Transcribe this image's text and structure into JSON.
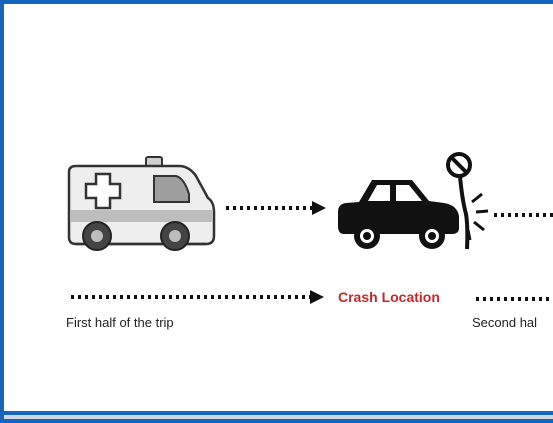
{
  "labels": {
    "first_half": "First half of the trip",
    "crash_location": "Crash Location",
    "second_half": "Second hal"
  },
  "icons": {
    "ambulance": "ambulance-icon",
    "crashed_car": "crashed-car-icon",
    "no_sign": "no-entry-sign-icon",
    "impact": "impact-burst-icon"
  },
  "colors": {
    "frame": "#1565c0",
    "crash_label": "#c62828",
    "text": "#222222",
    "dots": "#111111"
  }
}
